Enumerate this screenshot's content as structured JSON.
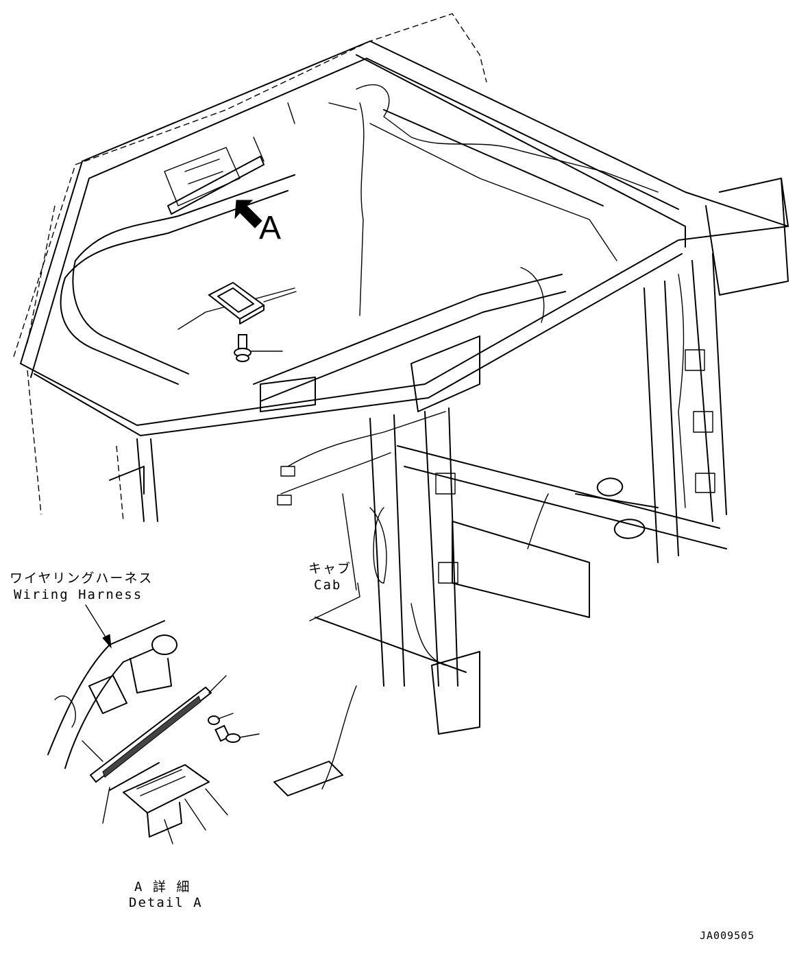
{
  "view_marker": "A",
  "labels": {
    "wiring_harness_jp": "ワイヤリングハーネス",
    "wiring_harness_en": "Wiring Harness",
    "cab_jp": "キャブ",
    "cab_en": "Cab",
    "detail_a_jp": "A 詳 細",
    "detail_a_en": "Detail A"
  },
  "drawing_code": "JA009505"
}
